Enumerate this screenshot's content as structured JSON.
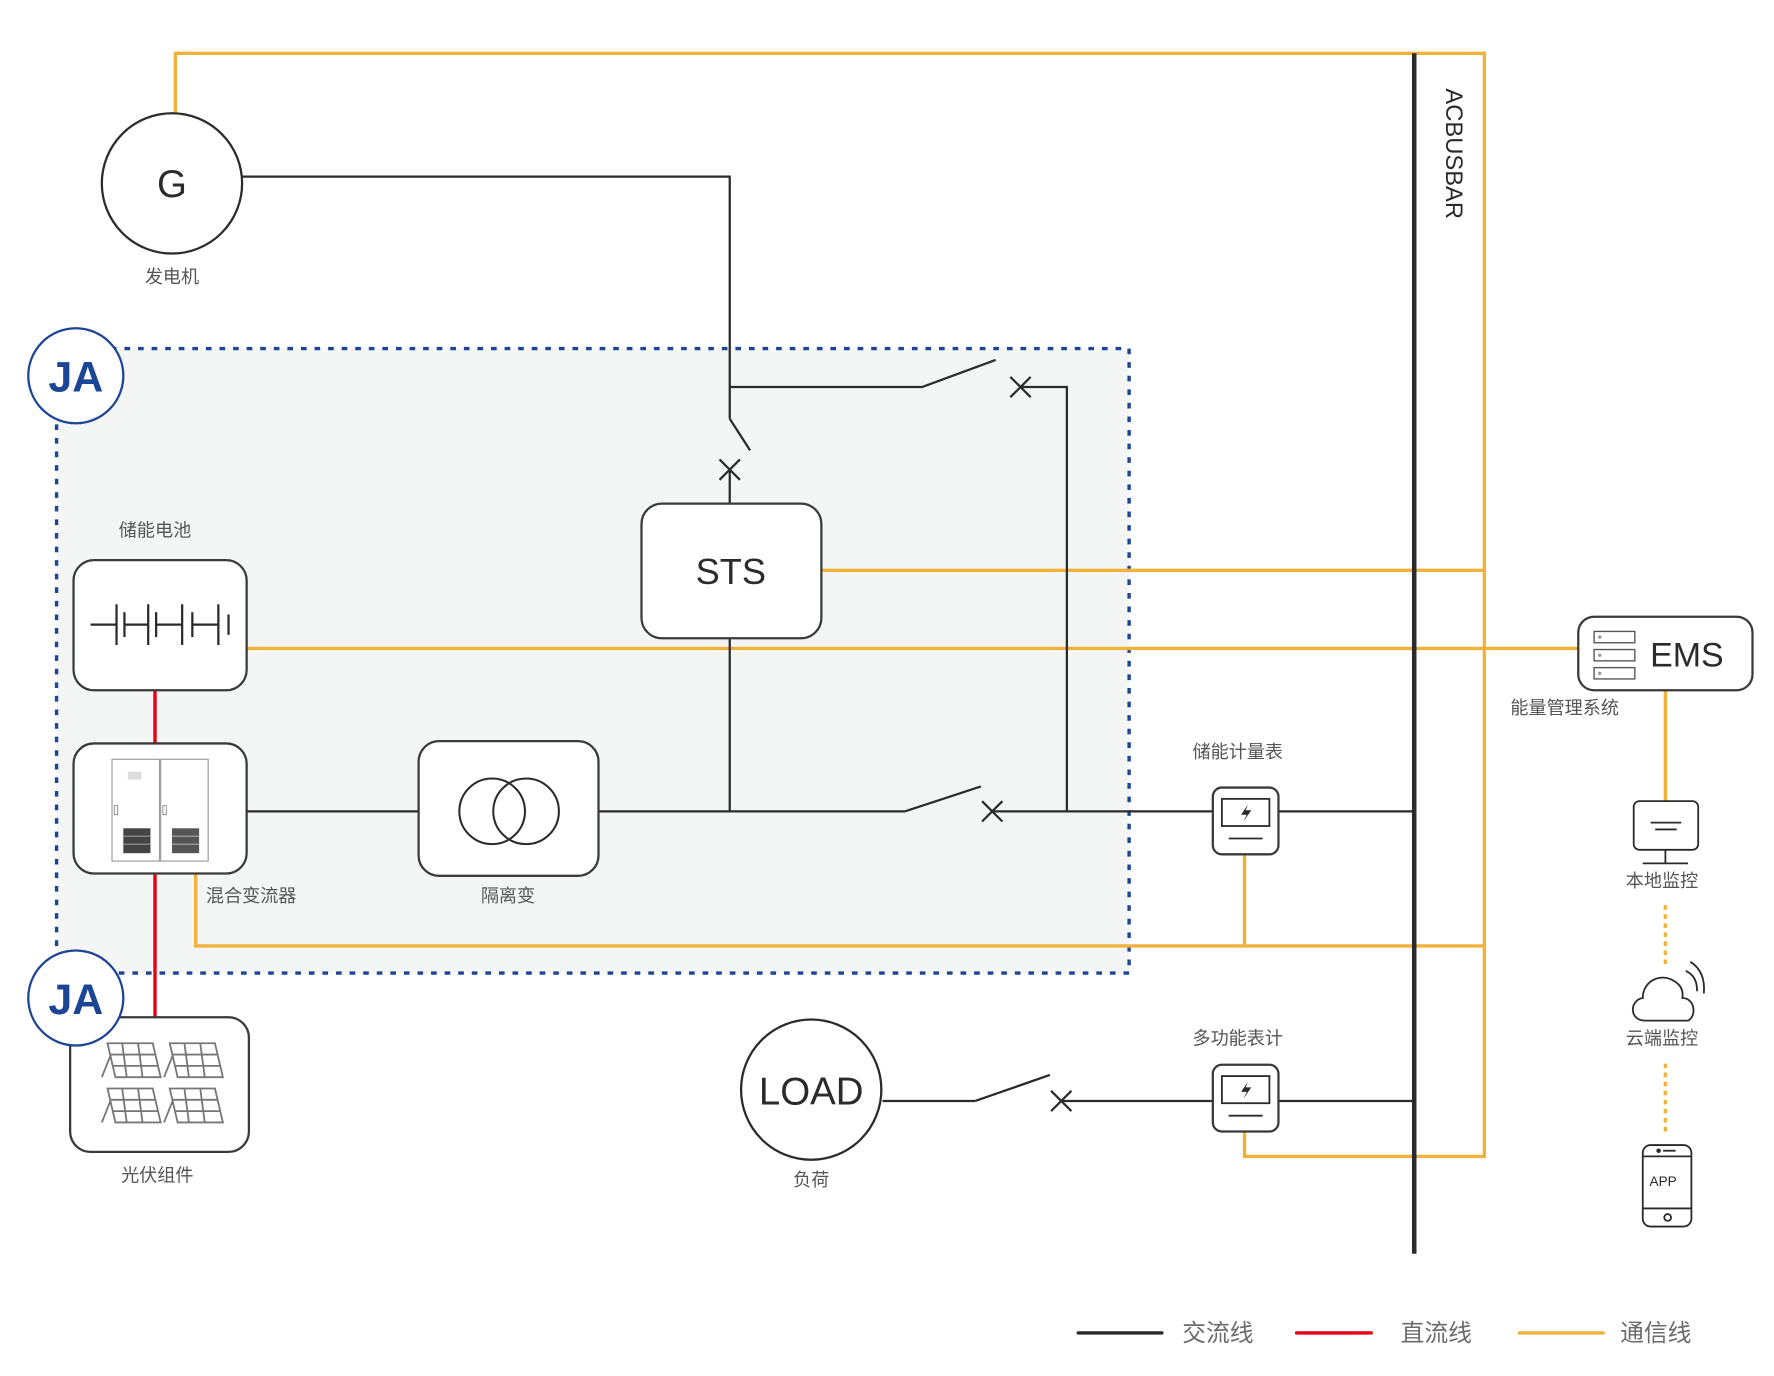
{
  "colors": {
    "ac_line": "#2b2b2b",
    "dc_line": "#e60012",
    "comm_line": "#f0b23a",
    "ja_brand": "#1d4596",
    "zone_fill": "#f4f6f6"
  },
  "busbar": {
    "label": "ACBUSBAR"
  },
  "generator": {
    "symbol": "G",
    "label": "发电机"
  },
  "sts": {
    "label": "STS"
  },
  "battery": {
    "label": "储能电池",
    "icon": "battery-cells-icon"
  },
  "inverter": {
    "label": "混合变流器",
    "icon": "inverter-cabinet-icon"
  },
  "transformer": {
    "label": "隔离变",
    "icon": "transformer-icon"
  },
  "pv": {
    "label": "光伏组件",
    "icon": "solar-panel-icon",
    "panel_mark": "JA"
  },
  "storage_meter": {
    "label": "储能计量表",
    "icon": "meter-icon"
  },
  "multi_meter": {
    "label": "多功能表计",
    "icon": "meter-icon"
  },
  "load": {
    "symbol": "LOAD",
    "label": "负荷"
  },
  "ems": {
    "symbol": "EMS",
    "label": "能量管理系统",
    "icon": "server-rack-icon"
  },
  "local_monitor": {
    "label": "本地监控",
    "icon": "monitor-icon"
  },
  "cloud_monitor": {
    "label": "云端监控",
    "icon": "cloud-signal-icon"
  },
  "app": {
    "label": "APP",
    "icon": "phone-icon"
  },
  "logo": {
    "text": "JA"
  },
  "legend": [
    {
      "label": "交流线",
      "color": "#2b2b2b"
    },
    {
      "label": "直流线",
      "color": "#e60012"
    },
    {
      "label": "通信线",
      "color": "#f0b23a"
    }
  ]
}
